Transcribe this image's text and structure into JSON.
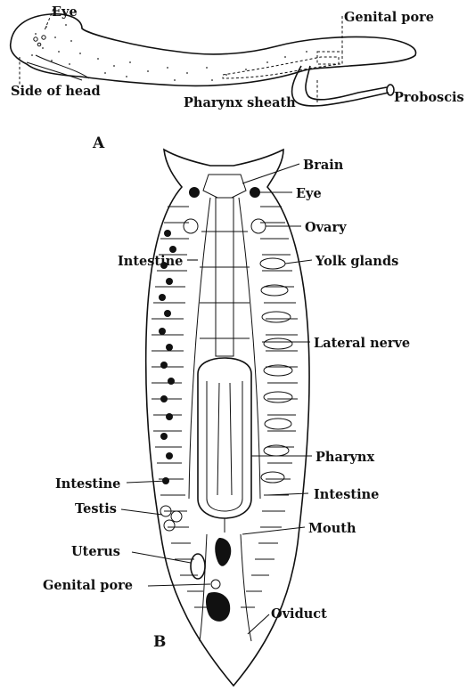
{
  "figure_a": {
    "panel_label": "A",
    "labels": {
      "eye": "Eye",
      "genital_pore": "Genital pore",
      "side_of_head": "Side of head",
      "pharynx_sheath": "Pharynx sheath",
      "proboscis": "Proboscis"
    }
  },
  "figure_b": {
    "panel_label": "B",
    "labels": {
      "brain": "Brain",
      "eye": "Eye",
      "ovary": "Ovary",
      "intestine_upper": "Intestine",
      "yolk_glands": "Yolk glands",
      "lateral_nerve": "Lateral nerve",
      "pharynx": "Pharynx",
      "intestine_left": "Intestine",
      "testis": "Testis",
      "intestine_right": "Intestine",
      "mouth": "Mouth",
      "uterus": "Uterus",
      "genital_pore": "Genital pore",
      "oviduct": "Oviduct"
    }
  }
}
